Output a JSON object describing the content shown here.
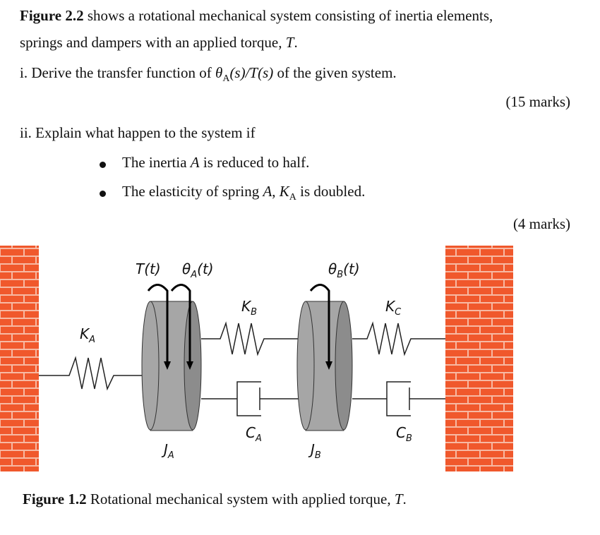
{
  "question": {
    "fig_ref": "Figure 2.2",
    "intro_rest": " shows a rotational mechanical system consisting of inertia elements,",
    "intro_line2": "springs and dampers with an applied torque, ",
    "torque_symbol": "T",
    "period": ".",
    "part1_prefix": "i. Derive the transfer function of ",
    "part1_expr": "θ",
    "part1_sub": "A",
    "part1_expr_rest": "(s)/T(s)",
    "part1_suffix": " of the given system.",
    "marks1": "(15 marks)",
    "part2": "ii. Explain what happen to the system if",
    "bullet1_pre": "The inertia ",
    "bullet1_var": "A",
    "bullet1_post": " is reduced to half.",
    "bullet2_pre": "The elasticity of spring ",
    "bullet2_var": "A",
    "bullet2_mid": ", ",
    "bullet2_K": "K",
    "bullet2_sub": "A",
    "bullet2_post": " is doubled.",
    "marks2": "(4 marks)"
  },
  "figure": {
    "torque_label": "T(t)",
    "thetaA_label": "θ",
    "thetaA_sub": "A",
    "thetaA_rest": "(t)",
    "thetaB_label": "θ",
    "thetaB_sub": "B",
    "thetaB_rest": "(t)",
    "KA": "K",
    "KA_sub": "A",
    "KB": "K",
    "KB_sub": "B",
    "KC": "K",
    "KC_sub": "C",
    "CA": "C",
    "CA_sub": "A",
    "CB": "C",
    "CB_sub": "B",
    "JA": "J",
    "JA_sub": "A",
    "JB": "J",
    "JB_sub": "B",
    "colors": {
      "brick": "#f0582c",
      "mortar": "#f7b9a3",
      "disk": "#a6a6a6",
      "disk_dark": "#8c8c8c"
    }
  },
  "caption": {
    "label": "Figure 1.2",
    "text": " Rotational mechanical system with applied torque, ",
    "T": "T",
    "end": "."
  }
}
